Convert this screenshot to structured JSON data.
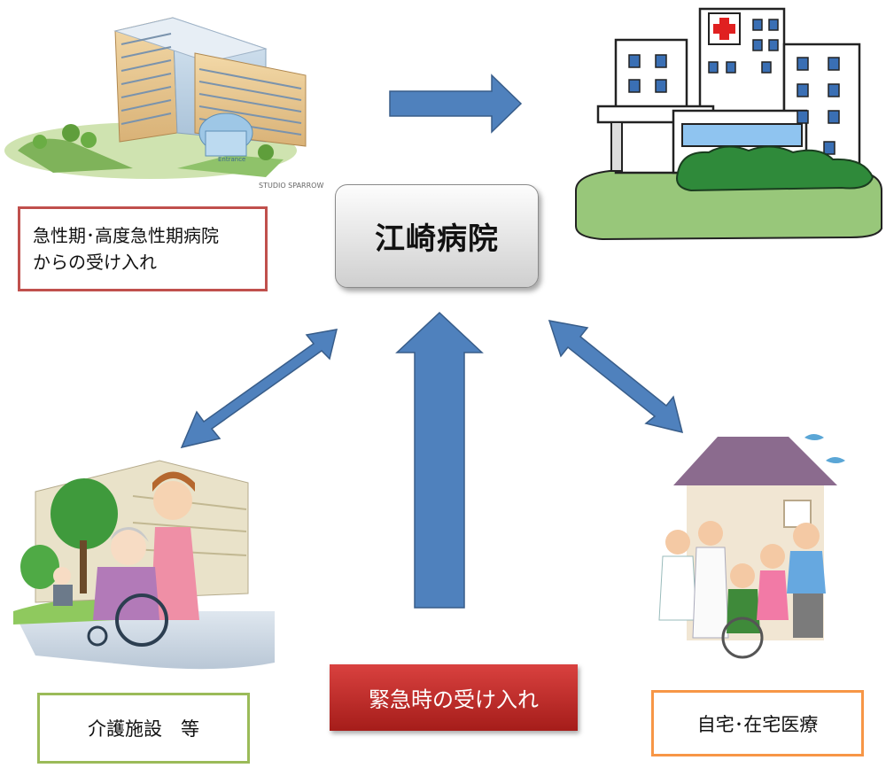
{
  "center": {
    "title": "江崎病院"
  },
  "labels": {
    "acute_line1": "急性期･高度急性期病院",
    "acute_line2": "からの受け入れ",
    "care": "介護施設　等",
    "home": "自宅･在宅医療",
    "emergency": "緊急時の受け入れ"
  },
  "illustrations": {
    "large_hospital_caption": "STUDIO SPARROW",
    "entrance_sign": "Entrance"
  },
  "colors": {
    "arrow_fill": "#4f81bd",
    "arrow_stroke": "#385d8a",
    "acute_border": "#c0504d",
    "care_border": "#9bbb59",
    "home_border": "#f79646",
    "emergency_fill": "#c0504d"
  }
}
